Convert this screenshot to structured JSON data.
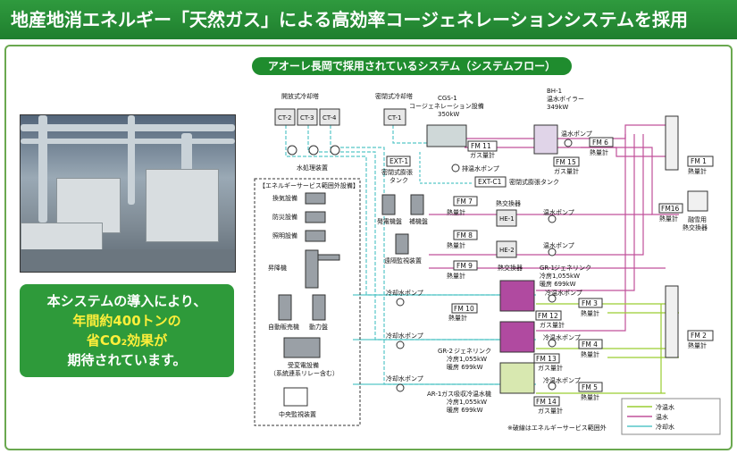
{
  "header": {
    "title": "地産地消エネルギー「天然ガス」による高効率コージェネレーションシステムを採用"
  },
  "subtitle": "アオーレ長岡で採用されているシステム（システムフロー）",
  "callout": {
    "line1": "本システムの導入により、",
    "line2": "年間約400トンの",
    "line3": "省CO₂効果が",
    "line4": "期待されています。"
  },
  "labels": {
    "open_cooling_tower": "開放式冷却塔",
    "ct2": "CT-2",
    "ct3": "CT-3",
    "ct4": "CT-4",
    "water_treatment": "水処理装置",
    "closed_cooling_tower": "密閉式冷却塔",
    "ct1": "CT-1",
    "cgs_title": "CGS-1",
    "cgs_desc": "コージェネレーション設備",
    "cgs_kw": "350kW",
    "fm11": "FM 11",
    "gas_meter": "ガス量計",
    "ext1": "EXT-1",
    "ext1_desc1": "密閉式膨張",
    "ext1_desc2": "タンク",
    "exhaust_pump": "排温水ポンプ",
    "extc1": "EXT-C1",
    "extc1_desc": "密閉式膨張タンク",
    "energy_box_title": "【エネルギーサービス範囲外設備】",
    "ventilation": "換気設備",
    "disaster": "防災設備",
    "lighting": "照明設備",
    "elevator": "昇降機",
    "generator": "発電機盤",
    "aux_panel": "補機盤",
    "remote_monitor": "遠隔監視装置",
    "vending": "自動販売機",
    "power_panel": "動力盤",
    "substation": "受変電設備",
    "substation_sub": "（系統連系リレー含む）",
    "central_monitor": "中央監視装置",
    "bh1": "BH-1",
    "bh1_desc": "温水ボイラー",
    "bh1_kw": "349kW",
    "hot_pump": "温水ポンプ",
    "fm6": "FM 6",
    "heat_meter": "熱量計",
    "fm15": "FM 15",
    "fm1": "FM 1",
    "fm7": "FM 7",
    "he1": "HE-1",
    "heat_exchanger": "熱交換器",
    "fm16": "FM16",
    "fire_hex": "融雪用",
    "fire_hex2": "熱交換器",
    "fm8": "FM 8",
    "he2": "HE-2",
    "fm9": "FM 9",
    "gr1": "GR-1",
    "gr1_name": "ジェネリンク",
    "gr1_cool": "冷房1,055kW",
    "gr1_heat": "暖房 699kW",
    "chilled_pump": "冷温水ポンプ",
    "cooling_pump": "冷却水ポンプ",
    "fm10": "FM 10",
    "fm3": "FM 3",
    "fm12": "FM 12",
    "fm2": "FM 2",
    "gr2": "GR-2",
    "gr2_name": "ジェネリンク",
    "gr2_cool": "冷房1,055kW",
    "gr2_heat": "暖房 699kW",
    "fm4": "FM 4",
    "fm13": "FM 13",
    "ar1": "AR-1",
    "ar1_name": "ガス吸収冷温水機",
    "ar1_cool": "冷房1,055kW",
    "ar1_heat": "暖房 699kW",
    "fm5": "FM 5",
    "fm14": "FM 14"
  },
  "legend": {
    "items": [
      {
        "label": "冷温水",
        "color": "#9acd32"
      },
      {
        "label": "温水",
        "color": "#c0509a"
      },
      {
        "label": "冷却水",
        "color": "#56c6c8"
      }
    ],
    "note": "※破線はエネルギーサービス範囲外"
  },
  "colors": {
    "green": "#1f7f2e",
    "hot": "#c0509a",
    "cold": "#9acd32",
    "cooling": "#56c6c8"
  }
}
